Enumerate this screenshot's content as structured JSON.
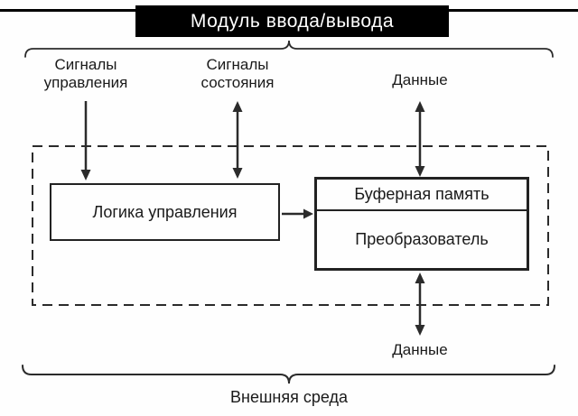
{
  "title": "Модуль ввода/вывода",
  "top_labels": {
    "control_signals": "Сигналы управления",
    "status_signals": "Сигналы состояния",
    "data": "Данные"
  },
  "module": {
    "logic": "Логика управления",
    "buffer_memory": "Буферная память",
    "converter": "Преобразователь"
  },
  "bottom_labels": {
    "data": "Данные",
    "environment": "Внешняя среда"
  },
  "colors": {
    "ink": "#1a1a1a",
    "line": "#2b2b2b",
    "title_bg": "#000000",
    "title_fg": "#ffffff",
    "background": "#fefefe"
  }
}
